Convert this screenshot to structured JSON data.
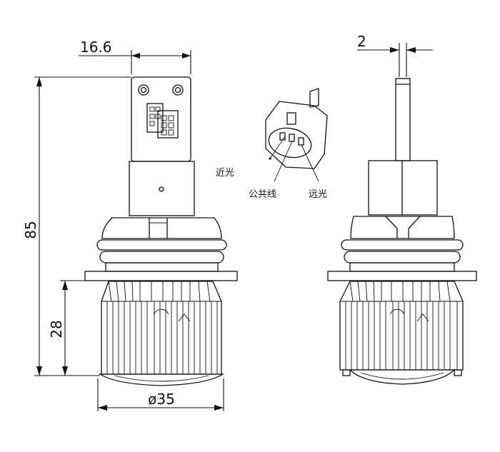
{
  "dimensions": {
    "plug_width": "16.6",
    "plug_thickness": "2",
    "total_length": "85",
    "heatsink_height": "28",
    "diameter": "ø35"
  },
  "labels": {
    "low_beam": "近光",
    "common_wire": "公共线",
    "high_beam": "远光"
  }
}
